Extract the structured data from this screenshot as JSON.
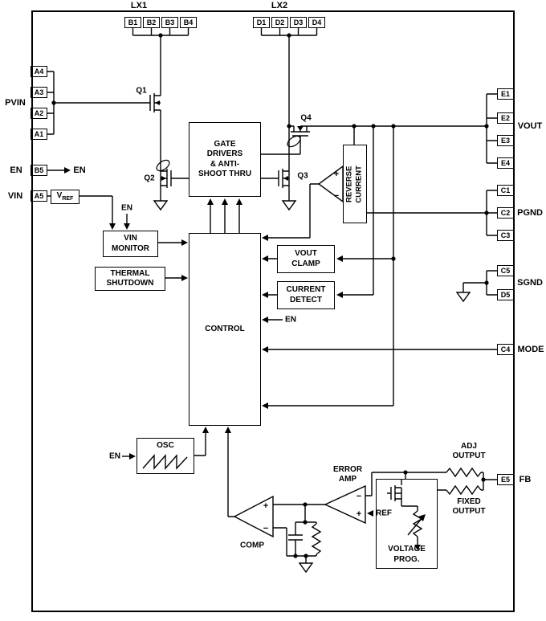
{
  "colors": {
    "ink": "#000000",
    "background": "#ffffff"
  },
  "pins": {
    "lx1_label": "LX1",
    "lx1": [
      "B1",
      "B2",
      "B3",
      "B4"
    ],
    "lx2_label": "LX2",
    "lx2": [
      "D1",
      "D2",
      "D3",
      "D4"
    ],
    "pvin_label": "PVIN",
    "pvin": [
      "A4",
      "A3",
      "A2",
      "A1"
    ],
    "en_label": "EN",
    "en_pin": "B5",
    "vin_label": "VIN",
    "vin_pin": "A5",
    "vout_label": "VOUT",
    "vout": [
      "E1",
      "E2",
      "E3",
      "E4"
    ],
    "pgnd_label": "PGND",
    "pgnd": [
      "C1",
      "C2",
      "C3"
    ],
    "sgnd_label": "SGND",
    "sgnd": [
      "C5",
      "D5"
    ],
    "mode_label": "MODE",
    "mode_pin": "C4",
    "fb_label": "FB",
    "fb_pin": "E5"
  },
  "blocks": {
    "gate_drivers": {
      "lines": [
        "GATE",
        "DRIVERS",
        "& ANTI-",
        "SHOOT THRU"
      ]
    },
    "control": {
      "label": "CONTROL"
    },
    "vin_monitor": {
      "lines": [
        "VIN",
        "MONITOR"
      ]
    },
    "thermal": {
      "lines": [
        "THERMAL",
        "SHUTDOWN"
      ]
    },
    "vout_clamp": {
      "lines": [
        "VOUT",
        "CLAMP"
      ]
    },
    "current_detect": {
      "lines": [
        "CURRENT",
        "DETECT"
      ]
    },
    "reverse_current": {
      "lines": [
        "REVERSE",
        "CURRENT"
      ]
    },
    "osc": {
      "label": "OSC"
    },
    "voltage_prog": {
      "lines": [
        "VOLTAGE",
        "PROG."
      ]
    },
    "vref": {
      "main": "V",
      "sub": "REF"
    }
  },
  "transistors": {
    "q1": "Q1",
    "q2": "Q2",
    "q3": "Q3",
    "q4": "Q4"
  },
  "nets": {
    "en": "EN",
    "ref": "REF",
    "adj_output": [
      "ADJ",
      "OUTPUT"
    ],
    "fixed_output": [
      "FIXED",
      "OUTPUT"
    ]
  },
  "amps": {
    "comp": "COMP",
    "error_amp": [
      "ERROR",
      "AMP"
    ],
    "plus": "+",
    "minus": "−"
  }
}
